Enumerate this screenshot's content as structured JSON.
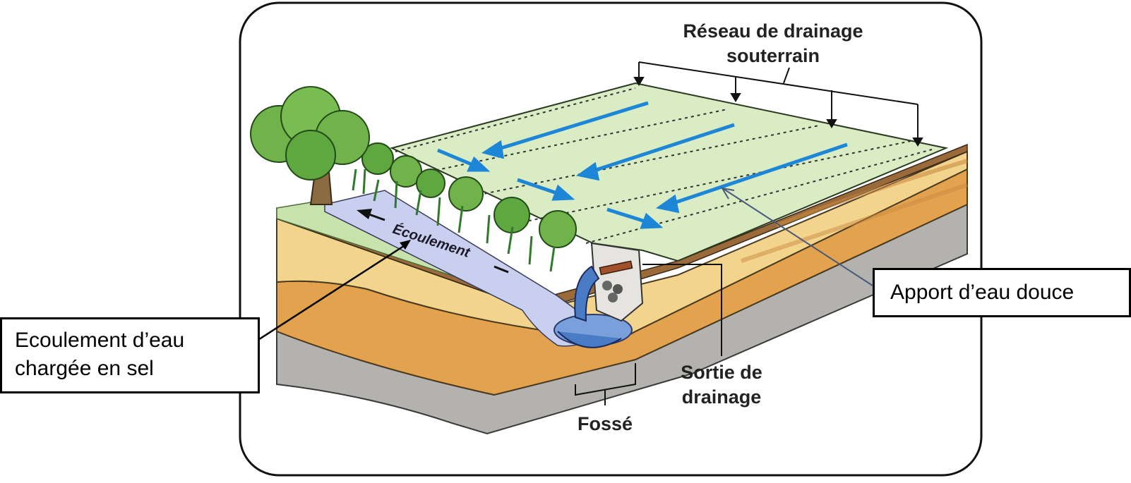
{
  "labels": {
    "network": [
      "Réseau de drainage",
      "souterrain"
    ],
    "flow": "Écoulement",
    "outlet": [
      "Sortie de",
      "drainage"
    ],
    "ditch": "Fossé"
  },
  "callouts": {
    "left": "Ecoulement d’eau\nchargée en sel",
    "right": "Apport d’eau douce"
  },
  "colors": {
    "field": "#d9ecc4",
    "water": "#7aa0dc",
    "arrow": "#1d86d6",
    "tree": "#6fb34a",
    "soil_tan": "#f0c878",
    "soil_orange": "#e3a24e",
    "rock_gray": "#b4b2ae"
  },
  "icons": [
    "tree-icon",
    "shrub-icon",
    "water-arrow-icon",
    "drain-pipe-icon"
  ]
}
